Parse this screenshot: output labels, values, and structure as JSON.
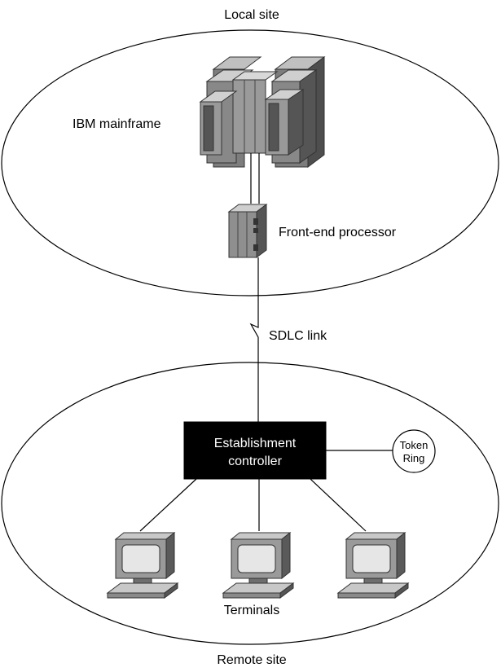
{
  "local_site": {
    "label": "Local site",
    "mainframe_label": "IBM mainframe",
    "fep_label": "Front-end processor"
  },
  "link": {
    "label": "SDLC link"
  },
  "remote_site": {
    "label": "Remote site",
    "controller_line1": "Establishment",
    "controller_line2": "controller",
    "token_ring_line1": "Token",
    "token_ring_line2": "Ring",
    "terminals_label": "Terminals"
  },
  "icons": [
    "mainframe-icon",
    "front-end-processor-icon",
    "terminal-icon"
  ]
}
